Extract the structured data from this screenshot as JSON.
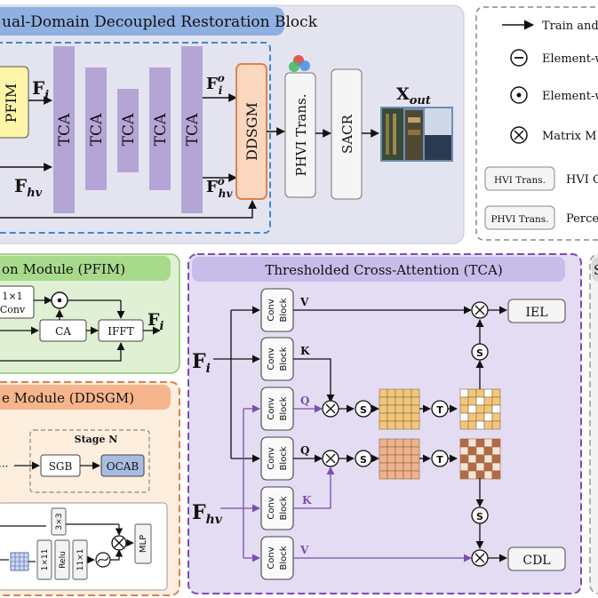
{
  "top_panel": {
    "title": "ual-Domain Decoupled Restoration Block",
    "pfim": "PFIM",
    "tca": [
      "TCA",
      "TCA",
      "TCA",
      "TCA",
      "TCA"
    ],
    "ddsgm": "DDSGM",
    "phvi": "PHVI Trans.",
    "sacr": "SACR",
    "f_i": "F",
    "f_i_sub": "i",
    "f_hv": "F",
    "f_hv_sub": "hv",
    "f_i_o": "F",
    "f_i_o_sup": "o",
    "f_i_o_sub": "i",
    "f_hv_o": "F",
    "f_hv_o_sup": "o",
    "f_hv_o_sub": "hv",
    "x_out": "X",
    "x_out_sub": "out"
  },
  "legend": {
    "items": [
      {
        "symbol": "arrow",
        "label": "Train and"
      },
      {
        "symbol": "minus",
        "label": "Element-w"
      },
      {
        "symbol": "dot",
        "label": "Element-w"
      },
      {
        "symbol": "times",
        "label": "Matrix M"
      }
    ],
    "boxes": [
      {
        "box": "HVI Trans.",
        "label": "HVI C"
      },
      {
        "box": "PHVI Trans.",
        "label": "Perce"
      }
    ]
  },
  "pfim_panel": {
    "title": "on Module (PFIM)",
    "conv": [
      "1×1",
      "Conv"
    ],
    "ca": "CA",
    "ifft": "IFFT",
    "out": "F",
    "out_sub": "i"
  },
  "ddsgm_panel": {
    "title": "e Module (DDSGM)",
    "stage": "Stage N",
    "ellipsis": "···",
    "sgb": "SGB",
    "ocab": "OCAB",
    "k3": "3×3",
    "k11a": "1×11",
    "relu": "Relu",
    "k11b": "11×1",
    "mlp": "MLP"
  },
  "tca_panel": {
    "title": "Thresholded Cross-Attention (TCA)",
    "f_i": "F",
    "f_i_sub": "i",
    "f_hv": "F",
    "f_hv_sub": "hv",
    "conv_block": [
      "Conv",
      "Block"
    ],
    "labels": {
      "v1": "V",
      "k1": "K",
      "q1": "Q",
      "q2": "Q",
      "k2": "K",
      "v2": "V"
    },
    "softmax": "S",
    "threshold": "T",
    "iel": "IEL",
    "cdl": "CDL"
  },
  "right_panel": {
    "title": "S"
  },
  "colors": {
    "top_panel_bg": "#e4e4f0",
    "title_tab": "#8fb0e0",
    "tca_block": "#b3a6d6",
    "pfim_fill": "#fff5a8",
    "ddsgm_fill": "#f9d8bf",
    "ddsgm_stroke": "#e0824a",
    "dashed_blue": "#3a8ad0",
    "pfim_panel_bg": "#dff0d4",
    "pfim_title_bg": "#a8da8c",
    "ddsgm_panel_bg": "#fdeede",
    "ddsgm_title_bg": "#f6b58c",
    "tca_panel_bg": "#e3dcf2",
    "tca_title_bg": "#c9bcea",
    "purple_line": "#7a4fb0",
    "ocab_fill": "#a7bce0",
    "matrix_yellow": "#f2c77a",
    "matrix_peach": "#efb28d",
    "matrix_brown": "#b56a43"
  }
}
